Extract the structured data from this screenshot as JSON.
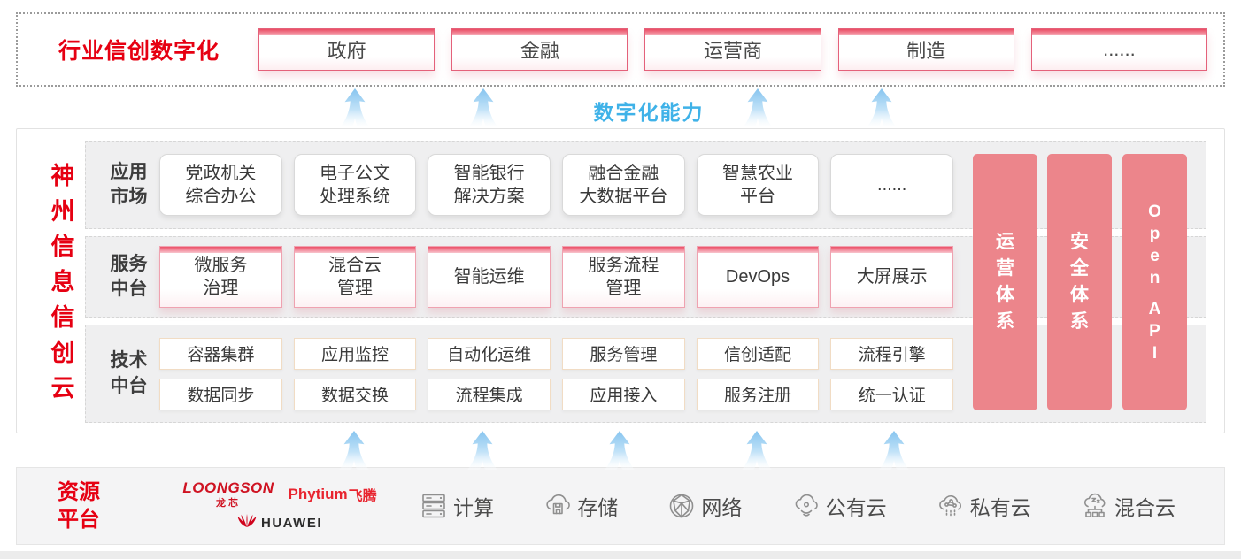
{
  "top_banner": {
    "title": "行业信创数字化",
    "sectors": [
      "政府",
      "金融",
      "运营商",
      "制造",
      "......"
    ]
  },
  "digital_capability_label": "数字化能力",
  "cloud_platform": {
    "vertical_title": "神州信息信创云",
    "app_market": {
      "label": "应用\n市场",
      "items": [
        "党政机关\n综合办公",
        "电子公文\n处理系统",
        "智能银行\n解决方案",
        "融合金融\n大数据平台",
        "智慧农业\n平台",
        "......"
      ]
    },
    "service_platform": {
      "label": "服务\n中台",
      "items": [
        "微服务\n治理",
        "混合云\n管理",
        "智能运维",
        "服务流程\n管理",
        "DevOps",
        "大屏展示"
      ]
    },
    "tech_platform": {
      "label": "技术\n中台",
      "row1": [
        "容器集群",
        "应用监控",
        "自动化运维",
        "服务管理",
        "信创适配",
        "流程引擎"
      ],
      "row2": [
        "数据同步",
        "数据交换",
        "流程集成",
        "应用接入",
        "服务注册",
        "统一认证"
      ]
    },
    "pillars": [
      "运营体系",
      "安全体系",
      "Open API"
    ]
  },
  "resource_platform": {
    "label": "资源\n平台",
    "vendors": {
      "loongson": "LOONGSON",
      "loongson_sub": "龙芯",
      "phytium": "Phytium",
      "phytium_sub": "飞腾",
      "huawei": "HUAWEI"
    },
    "resources": [
      {
        "icon": "server-icon",
        "label": "计算"
      },
      {
        "icon": "storage-cloud-icon",
        "label": "存储"
      },
      {
        "icon": "network-globe-icon",
        "label": "网络"
      },
      {
        "icon": "public-cloud-icon",
        "label": "公有云"
      },
      {
        "icon": "private-cloud-icon",
        "label": "私有云"
      },
      {
        "icon": "hybrid-cloud-icon",
        "label": "混合云"
      }
    ]
  },
  "colors": {
    "brand_red": "#e60012",
    "pillar_salmon": "#ec858b",
    "capability_blue": "#3fb2e8",
    "service_box_border": "#efa2b0",
    "tech_box_border": "#f1dcc4",
    "arrow_blue": "#8cc8f0"
  }
}
